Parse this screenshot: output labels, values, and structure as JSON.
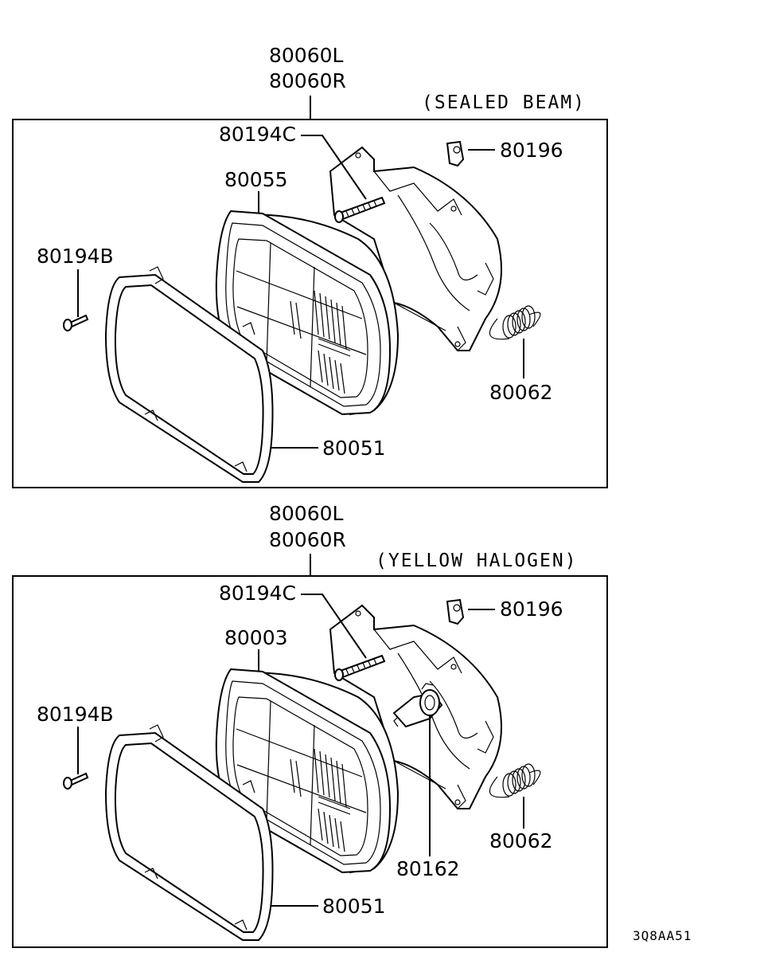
{
  "panels": [
    {
      "caption": "(SEALED BEAM)",
      "assembly_left": "80060L",
      "assembly_right": "80060R",
      "screw_long": "80194C",
      "nut_clip": "80196",
      "lamp_unit": "80055",
      "screw_short": "80194B",
      "spring": "80062",
      "bezel_ring": "80051"
    },
    {
      "caption": "(YELLOW HALOGEN)",
      "assembly_left": "80060L",
      "assembly_right": "80060R",
      "screw_long": "80194C",
      "nut_clip": "80196",
      "lamp_unit": "80003",
      "screw_short": "80194B",
      "spring": "80062",
      "bezel_ring": "80051",
      "bulb": "80162"
    }
  ],
  "diagram_code": "3Q8AA51"
}
